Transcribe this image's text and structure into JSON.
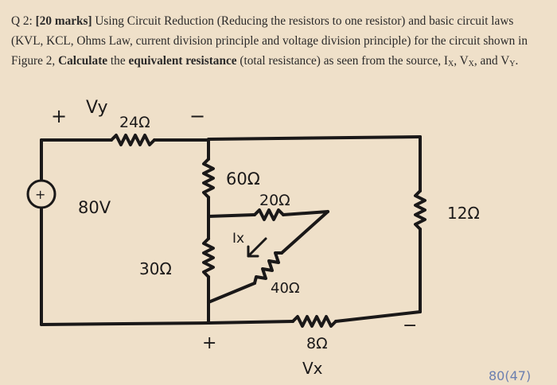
{
  "question": {
    "number": "Q 2:",
    "marks": "[20 marks]",
    "t1": " Using Circuit Reduction (Reducing the resistors to one resistor) and basic circuit laws (KVL, KCL, Ohms Law, current division principle and voltage division principle) for the circuit shown in Figure 2, ",
    "calc": "Calculate",
    "t2": " the ",
    "equiv": "equivalent resistance",
    "t3": " (total resistance) as seen from the source, I",
    "ix_sub": "X",
    "t4": ", V",
    "vx_sub": "X",
    "t5": ", and V",
    "vy_sub": "Y",
    "t6": "."
  },
  "circuit": {
    "source_value": "80V",
    "source_sign": "+",
    "r1": "24Ω",
    "r2": "60Ω",
    "r3": "20Ω",
    "r4": "30Ω",
    "r5": "40Ω",
    "r6": "8Ω",
    "r7": "12Ω",
    "vy_label": "Vy",
    "vy_plus": "+",
    "vy_minus": "−",
    "vx_label": "Vx",
    "vx_plus": "+",
    "vx_minus": "−",
    "ix_label": "Ix",
    "corner_note": "80(47)"
  }
}
